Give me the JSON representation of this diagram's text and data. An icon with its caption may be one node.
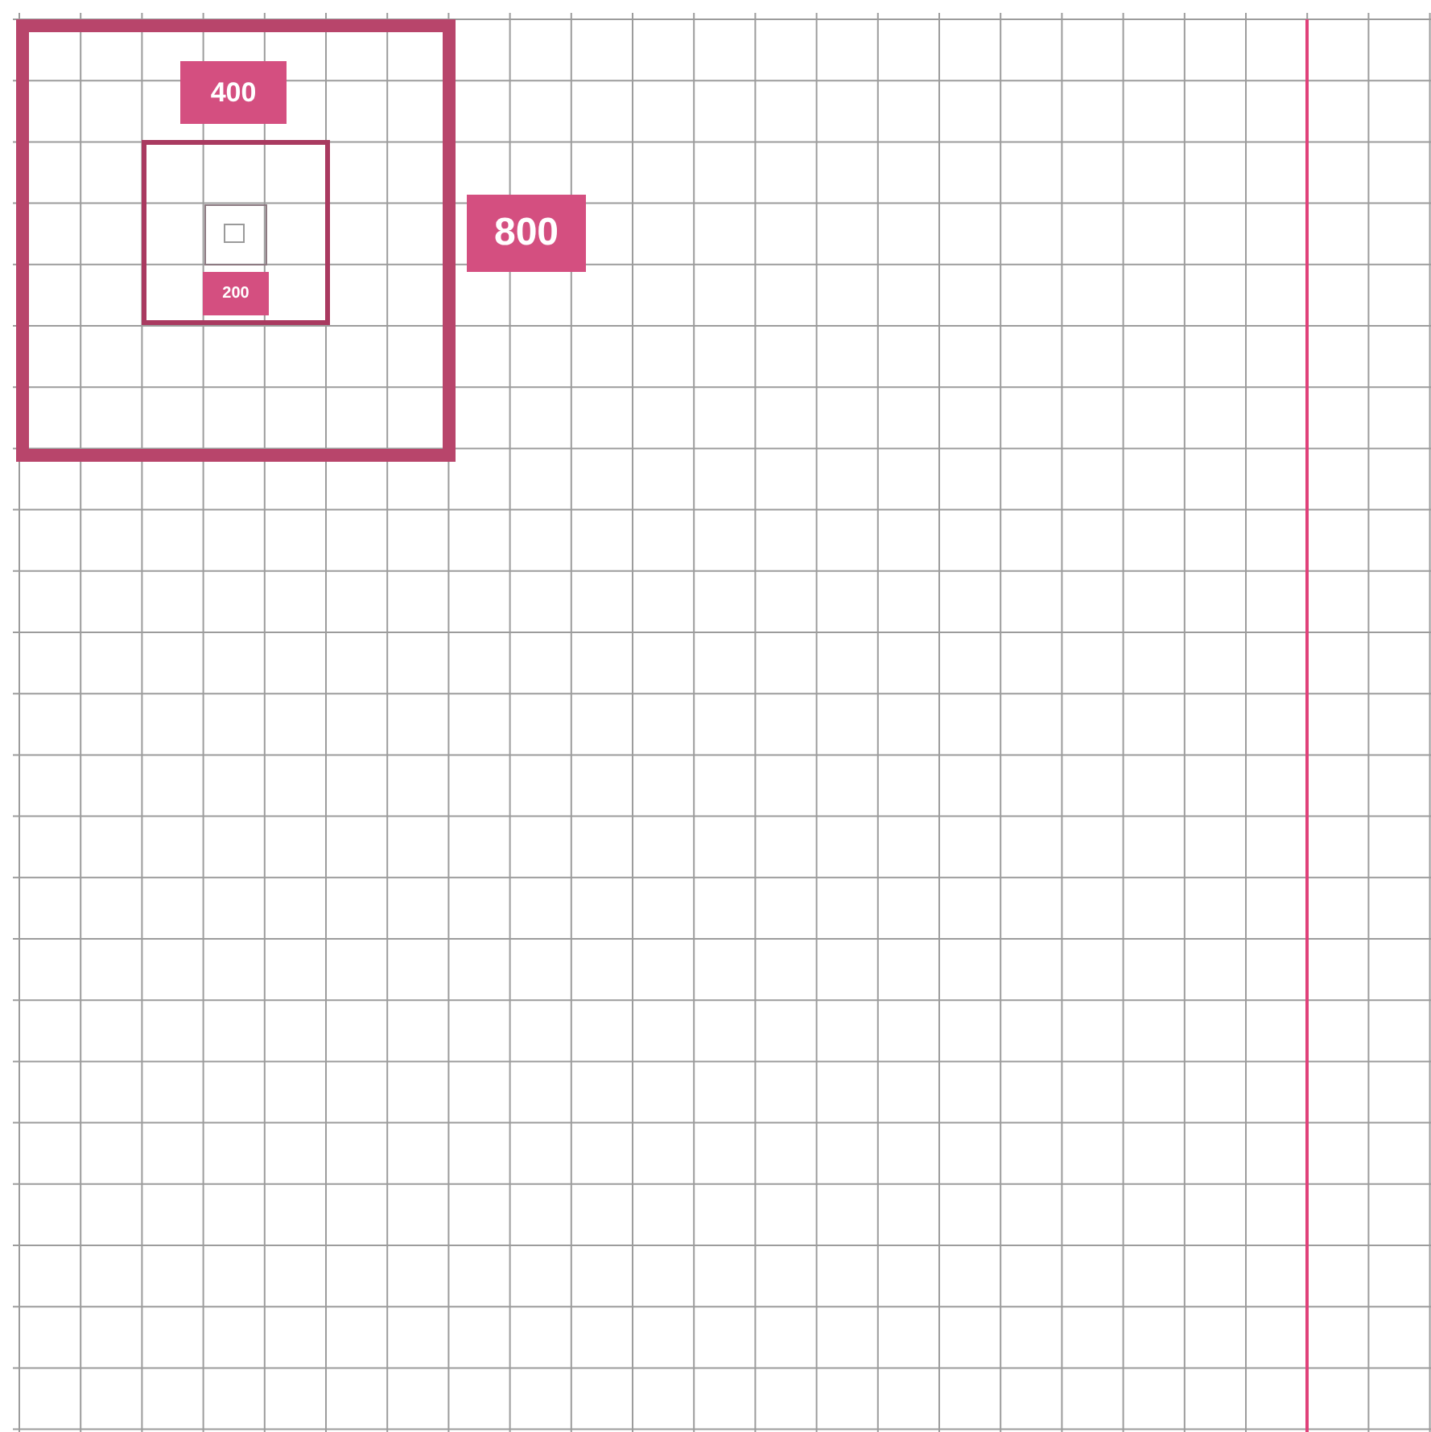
{
  "diagram": {
    "nodes": [
      {
        "text": [
          "800"
        ]
      },
      {
        "text": [
          "400"
        ],
        "in": 0
      },
      {
        "text": [
          "200"
        ],
        "in": 1
      },
      {
        "text": [],
        "shape": "box",
        "in": 2
      }
    ]
  }
}
